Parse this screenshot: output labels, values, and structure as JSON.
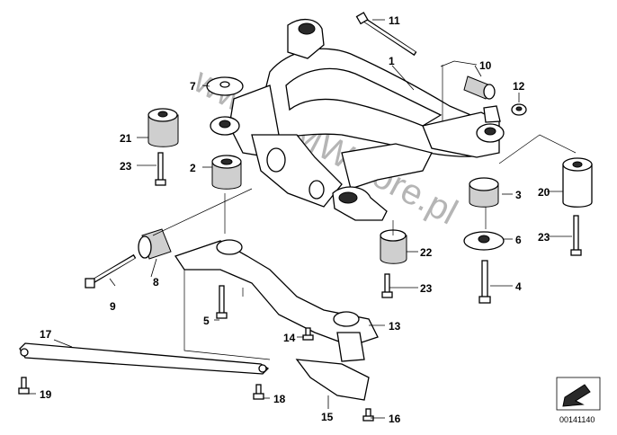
{
  "diagram": {
    "code": "00141140",
    "watermark": "www.BMWstore.pl",
    "callouts": [
      {
        "id": "c1",
        "text": "1"
      },
      {
        "id": "c2",
        "text": "2"
      },
      {
        "id": "c3",
        "text": "3"
      },
      {
        "id": "c4",
        "text": "4"
      },
      {
        "id": "c5",
        "text": "5"
      },
      {
        "id": "c6",
        "text": "6"
      },
      {
        "id": "c7",
        "text": "7"
      },
      {
        "id": "c8",
        "text": "8"
      },
      {
        "id": "c9",
        "text": "9"
      },
      {
        "id": "c10",
        "text": "10"
      },
      {
        "id": "c11",
        "text": "11"
      },
      {
        "id": "c12",
        "text": "12"
      },
      {
        "id": "c13",
        "text": "13"
      },
      {
        "id": "c14",
        "text": "14"
      },
      {
        "id": "c15",
        "text": "15"
      },
      {
        "id": "c16",
        "text": "16"
      },
      {
        "id": "c17",
        "text": "17"
      },
      {
        "id": "c18",
        "text": "18"
      },
      {
        "id": "c19",
        "text": "19"
      },
      {
        "id": "c20",
        "text": "20"
      },
      {
        "id": "c21",
        "text": "21"
      },
      {
        "id": "c22",
        "text": "22"
      },
      {
        "id": "c23a",
        "text": "23"
      },
      {
        "id": "c23b",
        "text": "23"
      },
      {
        "id": "c23c",
        "text": "23"
      }
    ]
  }
}
